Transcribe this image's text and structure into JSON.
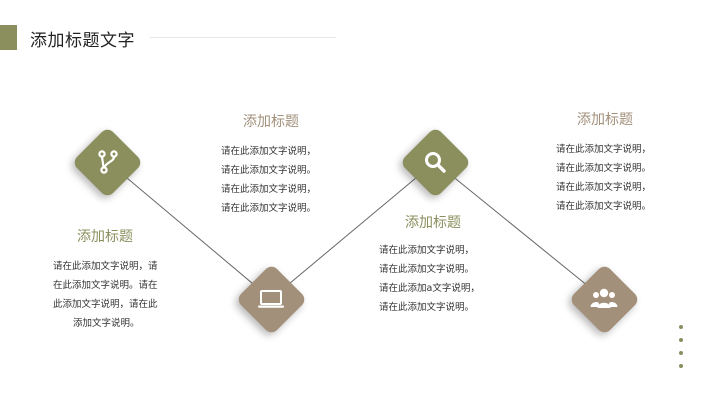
{
  "slide": {
    "title": "添加标题文字"
  },
  "colors": {
    "olive": "#8b8f5e",
    "taupe": "#a2907b",
    "line": "#666666"
  },
  "items": [
    {
      "icon": "git-branch-icon",
      "heading": "添加标题",
      "lines": [
        "请在此添加文字说明，请",
        "在此添加文字说明。请在",
        "此添加文字说明，请在此",
        "添加文字说明。"
      ]
    },
    {
      "icon": "laptop-icon",
      "heading": "添加标题",
      "lines": [
        "请在此添加文字说明，",
        "请在此添加文字说明。",
        "请在此添加文字说明，",
        "请在此添加文字说明。"
      ]
    },
    {
      "icon": "search-icon",
      "heading": "添加标题",
      "lines": [
        "请在此添加文字说明，",
        "请在此添加文字说明。",
        "请在此添加a文字说明，",
        "请在此添加文字说明。"
      ]
    },
    {
      "icon": "users-group-icon",
      "heading": "添加标题",
      "lines": [
        "请在此添加文字说明，",
        "请在此添加文字说明。",
        "请在此添加文字说明，",
        "请在此添加文字说明。"
      ]
    }
  ],
  "pager": {
    "dots": 4
  }
}
